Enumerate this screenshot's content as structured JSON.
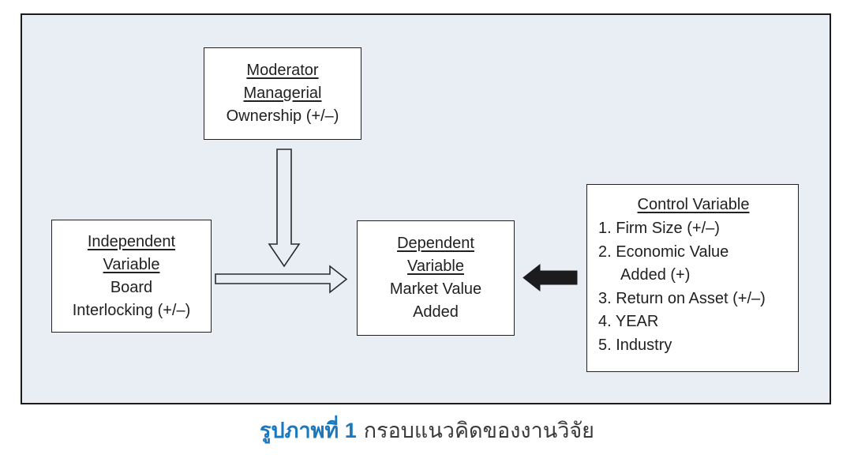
{
  "diagram": {
    "boxes": {
      "moderator": {
        "head_lines": [
          "Moderator",
          "Managerial"
        ],
        "body_lines": [
          "Ownership (+/–)"
        ]
      },
      "independent": {
        "head_lines": [
          "Independent",
          "Variable"
        ],
        "body_lines": [
          "Board",
          "Interlocking (+/–)"
        ]
      },
      "dependent": {
        "head_lines": [
          "Dependent",
          "Variable"
        ],
        "body_lines": [
          "Market Value",
          "Added"
        ]
      },
      "control": {
        "title": "Control Variable",
        "items": [
          {
            "text": "1. Firm Size (+/–)",
            "indent": false
          },
          {
            "text": "2. Economic Value",
            "indent": false
          },
          {
            "text": "Added (+)",
            "indent": true
          },
          {
            "text": "3. Return on Asset (+/–)",
            "indent": false
          },
          {
            "text": "4. YEAR",
            "indent": false
          },
          {
            "text": "5. Industry",
            "indent": false
          }
        ]
      }
    },
    "arrows": [
      {
        "name": "moderator-down-arrow",
        "style": "hollow",
        "direction": "down"
      },
      {
        "name": "independent-to-dependent-arrow",
        "style": "hollow",
        "direction": "right"
      },
      {
        "name": "control-to-dependent-arrow",
        "style": "solid",
        "direction": "left"
      }
    ]
  },
  "caption": {
    "label": "รูปภาพที่ 1",
    "text": "กรอบแนวคิดของงานวิจัย"
  },
  "colors": {
    "diagram_background": "#E9EDF4",
    "box_background": "#FFFFFF",
    "border_black": "#232021",
    "text_black": "#232021",
    "solid_arrow_black": "#1C1C1E",
    "caption_label_blue": "#1B78BE",
    "caption_text_gray": "#3A3A3A"
  }
}
